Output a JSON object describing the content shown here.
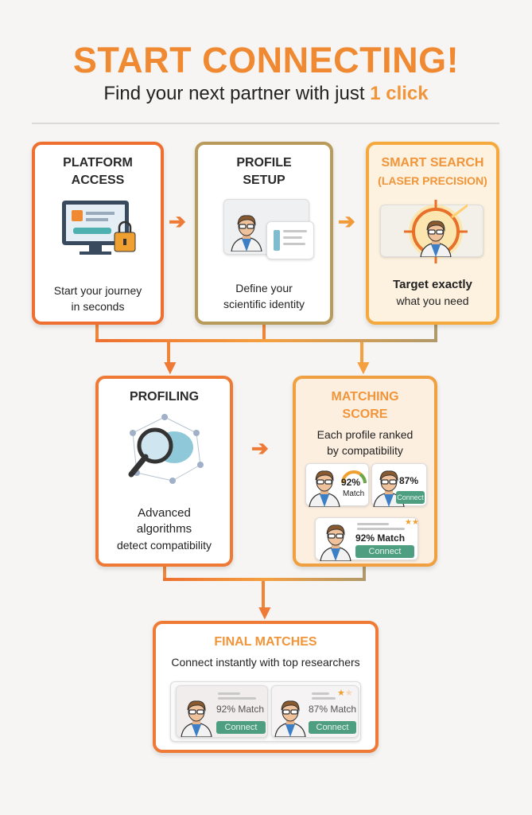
{
  "header": {
    "title": "START CONNECTING!",
    "subtitle_prefix": "Find your next partner with just ",
    "subtitle_highlight": "1 click"
  },
  "steps": [
    {
      "title_line1": "PLATFORM",
      "title_line2": "ACCESS",
      "desc_line1": "Start your journey",
      "desc_line2": "in seconds"
    },
    {
      "title_line1": "PROFILE",
      "title_line2": "SETUP",
      "desc_line1": "Define your",
      "desc_line2": "scientific identity"
    },
    {
      "title_line1": "SMART SEARCH",
      "title_line2": "(LASER PRECISION)",
      "desc_line1": "Target exactly",
      "desc_line2": "what you need"
    },
    {
      "title_line1": "PROFILING",
      "desc_line1": "Advanced",
      "desc_line2": "algorithms",
      "desc_line3": "detect compatibility"
    },
    {
      "title_line1": "MATCHING",
      "title_line2": "SCORE",
      "desc_line1": "Each profile ranked",
      "desc_line2": "by compatibility"
    },
    {
      "title_line1": "FINAL MATCHES",
      "desc_line1": "Connect instantly with top researchers"
    }
  ],
  "matching_cards": [
    {
      "percent": "92%",
      "label": "Match"
    },
    {
      "percent": "87%",
      "button": "Connect"
    },
    {
      "percent": "92%",
      "label": "Match",
      "button": "Connect"
    }
  ],
  "final_cards": [
    {
      "percent": "92%",
      "label": "Match",
      "button": "Connect"
    },
    {
      "percent": "87%",
      "label": "Match",
      "button": "Connect"
    }
  ],
  "colors": {
    "accent": "#f08a32",
    "button": "#4e9e82"
  }
}
